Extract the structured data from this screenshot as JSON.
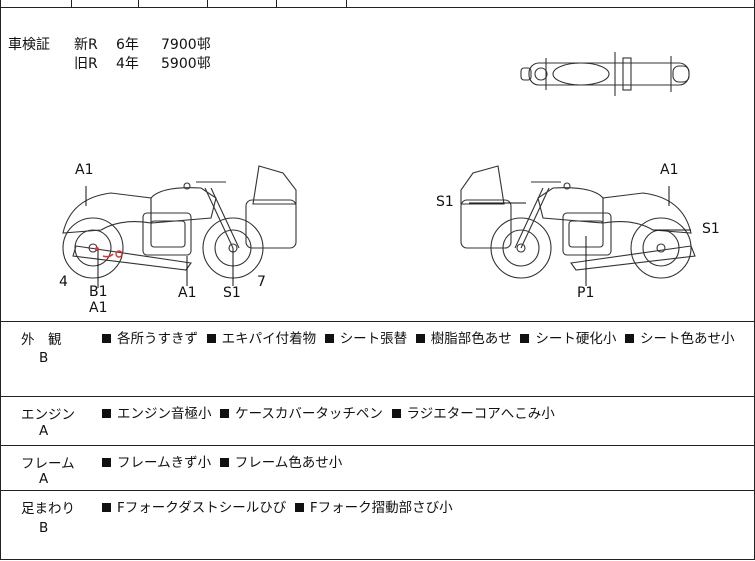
{
  "inspection": {
    "label": "車検証",
    "rows": [
      {
        "type": "新R",
        "years": "6年",
        "price": "7900邨"
      },
      {
        "type": "旧R",
        "years": "4年",
        "price": "5900邨"
      }
    ]
  },
  "damage_marks": {
    "left_a1_top": "A1",
    "left_4": "4",
    "left_b1": "B1",
    "left_a1_bottom": "A1",
    "left_a1_mid": "A1",
    "left_s1": "S1",
    "left_7": "7",
    "right_s1_left": "S1",
    "right_a1_top": "A1",
    "right_s1_right": "S1",
    "right_p1": "P1"
  },
  "condition": [
    {
      "category": "外　観",
      "grade": "B",
      "items": [
        "各所うすきず",
        "エキパイ付着物",
        "シート張替",
        "樹脂部色あせ",
        "シート硬化小",
        "シート色あせ小"
      ]
    },
    {
      "category": "エンジン",
      "grade": "A",
      "items": [
        "エンジン音極小",
        "ケースカバータッチペン",
        "ラジエターコアへこみ小"
      ]
    },
    {
      "category": "フレーム",
      "grade": "A",
      "items": [
        "フレームきず小",
        "フレーム色あせ小"
      ]
    },
    {
      "category": "足まわり",
      "grade": "B",
      "items": [
        "Fフォークダストシールひび",
        "Fフォーク摺動部さび小"
      ]
    }
  ]
}
